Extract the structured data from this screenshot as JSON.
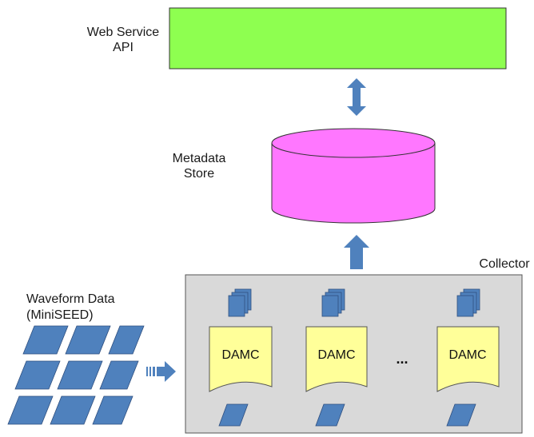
{
  "labels": {
    "web_service_line1": "Web Service",
    "web_service_line2": "API",
    "metadata_line1": "Metadata",
    "metadata_line2": "Store",
    "collector": "Collector",
    "waveform_line1": "Waveform Data",
    "waveform_line2": "(MiniSEED)",
    "damc": "DAMC",
    "ellipsis": "..."
  },
  "colors": {
    "api_box": "#8eff50",
    "store": "#ff77ff",
    "collector_bg": "#d9d9d9",
    "arrows_tiles": "#4f81bd",
    "damc_doc": "#ffff99"
  }
}
